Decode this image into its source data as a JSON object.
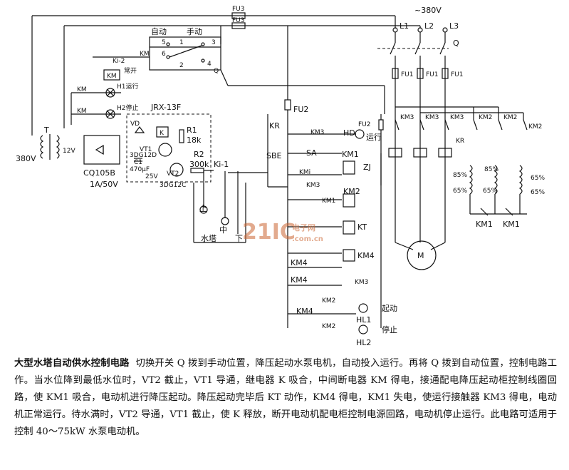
{
  "labels": {
    "supply_voltage": "~380V",
    "l1": "L1",
    "l2": "L2",
    "l3": "L3",
    "fu3": "FU3",
    "fu3b": "FU3",
    "q": "Q",
    "fu1": "FU1",
    "auto": "自动",
    "manual": "手动",
    "km_tag": "KM",
    "ki2": "Ki-2",
    "always_open": "常开",
    "sw1": "1",
    "sw2": "2",
    "sw3": "3",
    "sw4": "4",
    "sw5": "5",
    "sw6": "6",
    "swq": "Q",
    "km_lamp_run": "H1运行",
    "km_lamp_stop": "H2停止",
    "h1": "H1",
    "h2": "H2",
    "jrx": "JRX-13F",
    "vd": "VD",
    "k": "K",
    "r1": "R1",
    "r1v": "18k",
    "vt1": "VT1",
    "vt1m": "3DG12D",
    "c1": "C1",
    "c1v": "470μF",
    "vt2": "VT2",
    "vt2m": "3DG12C",
    "v25": "25V",
    "r2": "R2",
    "r2v": "300k",
    "ki1": "Ki-1",
    "t": "T",
    "v380": "380V",
    "v12": "12V",
    "bridge": "CQ105B",
    "bridge_rating": "1A/50V",
    "up": "上",
    "mid": "中",
    "low": "下",
    "tower": "水塔",
    "fu2": "FU2",
    "fu2b": "FU2",
    "kr": "KR",
    "km3": "KM3",
    "hd": "HD",
    "run": "运行",
    "sbe": "SBE",
    "sa": "SA",
    "km1": "KM1",
    "zj": "ZJ",
    "kmi": "KMi",
    "km2": "KM2",
    "kt": "KT",
    "km4": "KM4",
    "km3c": "KM3",
    "km1b": "KM1",
    "km1c": "KM1",
    "start": "起动",
    "stop": "停止",
    "hl1": "HL1",
    "hl2": "HL2",
    "p85a": "85%",
    "p85b": "85%",
    "p65a": "65%",
    "p65b": "65%",
    "p65c": "65%",
    "p65d": "65%",
    "motor": "M",
    "km3_1": "KM3",
    "km3_2": "KM3",
    "km3_3": "KM3",
    "km2_1": "KM2",
    "km2_2": "KM2",
    "km2_3": "KM2",
    "kr2": "KR"
  },
  "watermark": {
    "main": "21IC",
    "sub_top": "电子网",
    "sub_bottom": ".com.cn"
  },
  "caption": {
    "title": "大型水塔自动供水控制电路",
    "body": "切换开关 Q 拨到手动位置，降压起动水泵电机，自动投入运行。再将 Q 拨到自动位置，控制电路工作。当水位降到最低水位时，VT2 截止，VT1 导通，继电器 K 吸合，中间断电器 KM 得电，接通配电降压起动柜控制线圈回路，使 KM1 吸合，电动机进行降压起动。降压起动完毕后 KT 动作，KM4 得电，KM1 失电，使运行接触器 KM3 得电，电动机正常运行。待水满时，VT2 导通，VT1 截止，使 K 释放，断开电动机配电柜控制电源回路，电动机停止运行。此电路可适用于控制 40～75kW 水泵电动机。"
  }
}
